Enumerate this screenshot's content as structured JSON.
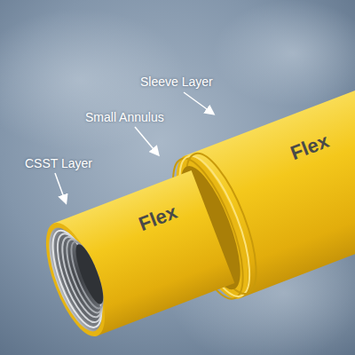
{
  "diagram": {
    "labels": [
      "Sleeve Layer",
      "Small Annulus",
      "CSST Layer",
      "Flex",
      "Flex"
    ]
  }
}
